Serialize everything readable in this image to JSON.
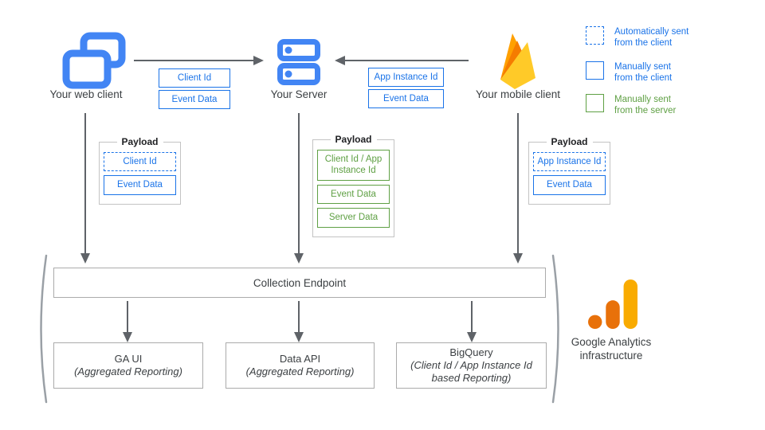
{
  "clients": {
    "web": {
      "label": "Your web client"
    },
    "server": {
      "label": "Your Server"
    },
    "mobile": {
      "label": "Your mobile client"
    }
  },
  "flows": {
    "web_to_server": {
      "items": [
        {
          "label": "Client Id"
        },
        {
          "label": "Event Data"
        }
      ]
    },
    "mobile_to_server": {
      "items": [
        {
          "label": "App Instance Id"
        },
        {
          "label": "Event Data"
        }
      ]
    }
  },
  "legend": {
    "items": [
      {
        "line1": "Automatically sent",
        "line2": "from the client",
        "style": "dashed-blue"
      },
      {
        "line1": "Manually sent",
        "line2": "from the client",
        "style": "solid-blue"
      },
      {
        "line1": "Manually sent",
        "line2": "from the server",
        "style": "solid-green"
      }
    ]
  },
  "payloads": {
    "web": {
      "title": "Payload",
      "items": [
        {
          "label": "Client Id",
          "style": "dashed-blue"
        },
        {
          "label": "Event Data",
          "style": "solid-blue"
        }
      ]
    },
    "server": {
      "title": "Payload",
      "items": [
        {
          "label": "Client Id / App Instance Id",
          "style": "solid-green"
        },
        {
          "label": "Event Data",
          "style": "solid-green"
        },
        {
          "label": "Server Data",
          "style": "solid-green"
        }
      ]
    },
    "mobile": {
      "title": "Payload",
      "items": [
        {
          "label": "App Instance Id",
          "style": "dashed-blue"
        },
        {
          "label": "Event Data",
          "style": "solid-blue"
        }
      ]
    }
  },
  "infrastructure": {
    "endpoint_label": "Collection Endpoint",
    "outputs": [
      {
        "title": "GA UI",
        "subtitle": "(Aggregated Reporting)"
      },
      {
        "title": "Data API",
        "subtitle": "(Aggregated Reporting)"
      },
      {
        "title": "BigQuery",
        "subtitle": "(Client Id / App Instance Id based Reporting)"
      }
    ],
    "brand_line1": "Google Analytics",
    "brand_line2": "infrastructure"
  },
  "colors": {
    "blue_accent": "#1a73e8",
    "icon_blue": "#4285f4",
    "green_accent": "#5fa044",
    "arrow_gray": "#5f6368",
    "box_border_gray": "#ababab",
    "ga_orange": "#e8710a",
    "ga_amber": "#f9ab00",
    "firebase_yellow": "#ffca28",
    "firebase_orange": "#f57c00",
    "firebase_amber": "#ffa000"
  }
}
